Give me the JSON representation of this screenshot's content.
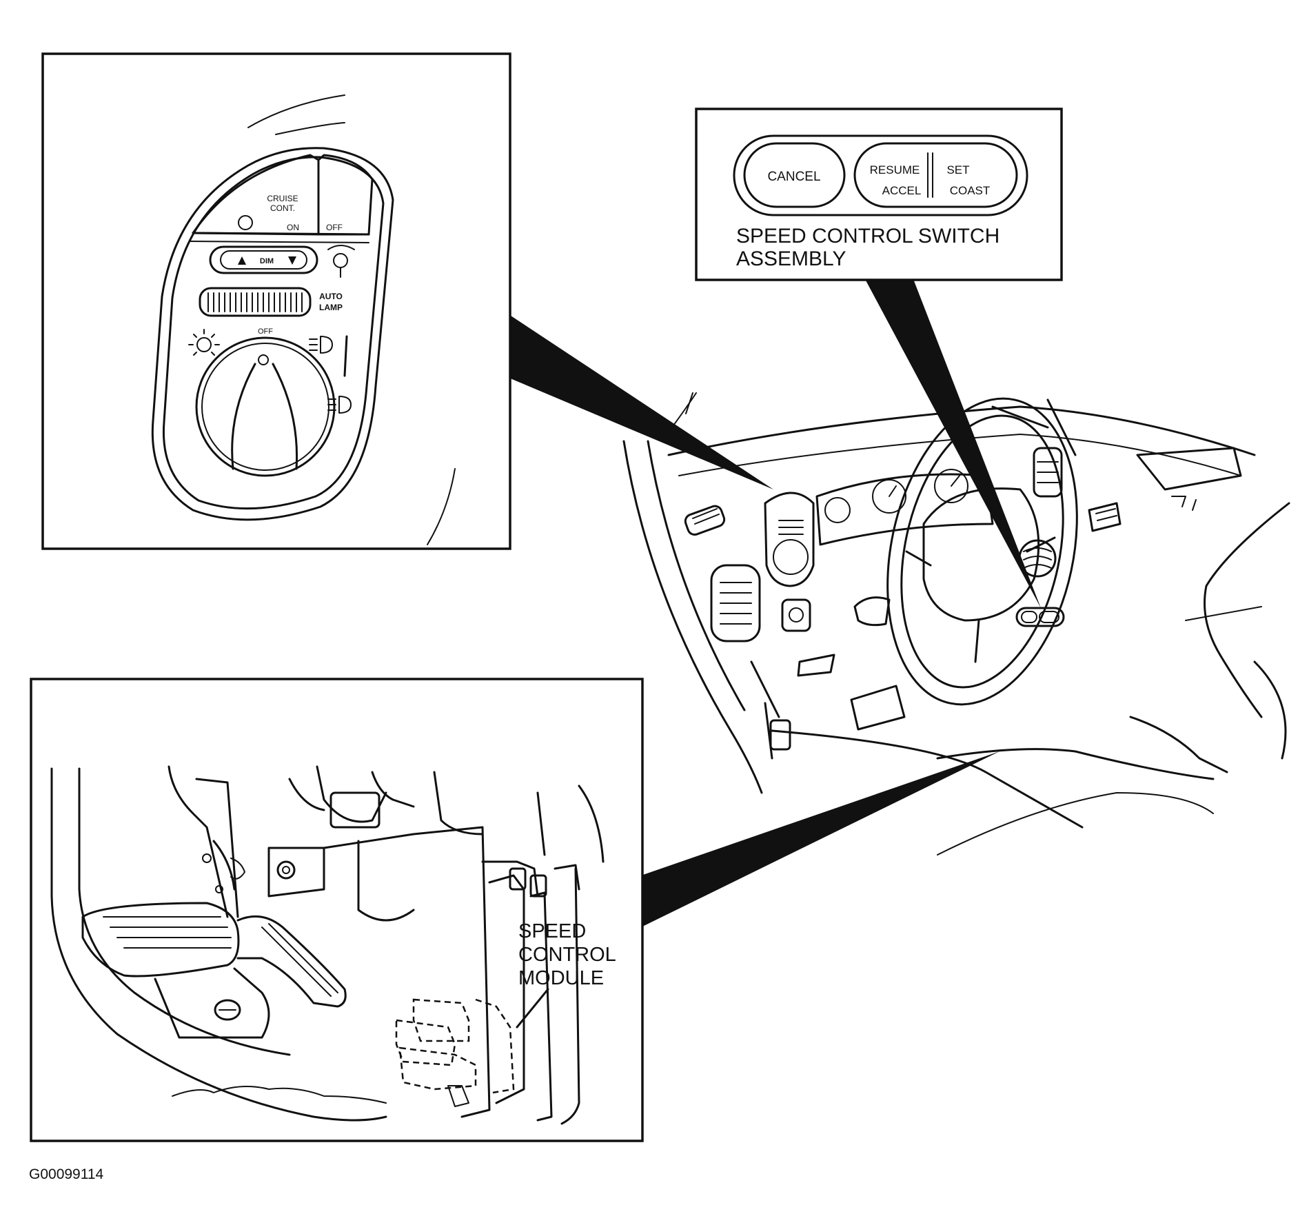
{
  "figure_id": "G00099114",
  "headlamp_switch_inset": {
    "cruise_label_line1": "CRUISE",
    "cruise_label_line2": "CONT.",
    "on_label": "ON",
    "off_label": "OFF",
    "dim_label": "DIM",
    "auto_lamp_line1": "AUTO",
    "auto_lamp_line2": "LAMP",
    "knob_off_label": "OFF"
  },
  "speed_switch_inset": {
    "cancel_label": "CANCEL",
    "resume_label": "RESUME",
    "accel_label": "ACCEL",
    "set_label": "SET",
    "coast_label": "COAST",
    "caption_line1": "SPEED CONTROL SWITCH",
    "caption_line2": "ASSEMBLY"
  },
  "module_inset": {
    "label_line1": "SPEED",
    "label_line2": "CONTROL",
    "label_line3": "MODULE"
  },
  "colors": {
    "line": "#111111",
    "background": "#ffffff"
  }
}
